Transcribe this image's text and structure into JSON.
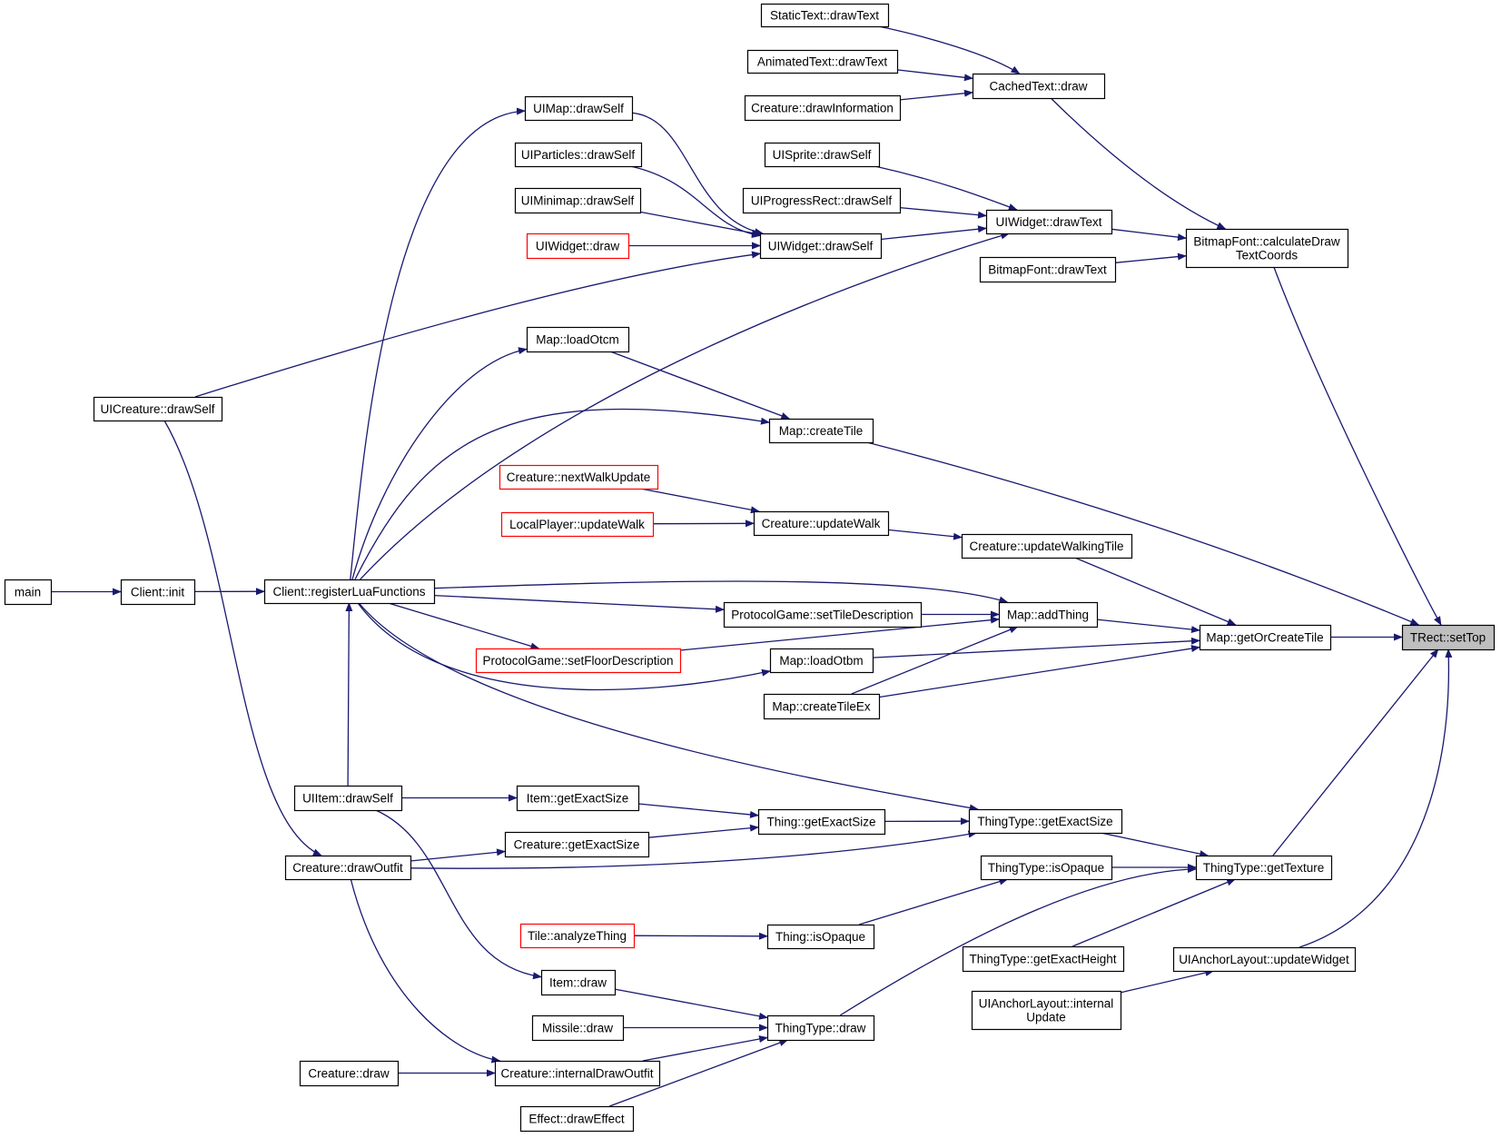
{
  "colors": {
    "edge": "#191970",
    "border": "#000000",
    "border_truncated": "#ff0000",
    "root_fill": "#bfbfbf",
    "background": "#ffffff"
  },
  "nodes": [
    {
      "id": "statictext_drawtext",
      "label": [
        "StaticText::drawText"
      ]
    },
    {
      "id": "animatedtext_drawtext",
      "label": [
        "AnimatedText::drawText"
      ]
    },
    {
      "id": "creature_drawinformation",
      "label": [
        "Creature::drawInformation"
      ]
    },
    {
      "id": "cachedtext_draw",
      "label": [
        "CachedText::draw"
      ]
    },
    {
      "id": "uimap_drawself",
      "label": [
        "UIMap::drawSelf"
      ]
    },
    {
      "id": "uiparticles_drawself",
      "label": [
        "UIParticles::drawSelf"
      ]
    },
    {
      "id": "uiminimap_drawself",
      "label": [
        "UIMinimap::drawSelf"
      ]
    },
    {
      "id": "uiwidget_draw",
      "label": [
        "UIWidget::draw"
      ]
    },
    {
      "id": "uisprite_drawself",
      "label": [
        "UISprite::drawSelf"
      ]
    },
    {
      "id": "uiprogressrect_drawself",
      "label": [
        "UIProgressRect::drawSelf"
      ]
    },
    {
      "id": "uiwidget_drawtext",
      "label": [
        "UIWidget::drawText"
      ]
    },
    {
      "id": "uiwidget_drawself",
      "label": [
        "UIWidget::drawSelf"
      ]
    },
    {
      "id": "bitmapfont_calculatedrawtextcoords",
      "label": [
        "BitmapFont::calculateDraw",
        "TextCoords"
      ]
    },
    {
      "id": "bitmapfont_drawtext",
      "label": [
        "BitmapFont::drawText"
      ]
    },
    {
      "id": "map_loadotcm",
      "label": [
        "Map::loadOtcm"
      ]
    },
    {
      "id": "uicreature_drawself",
      "label": [
        "UICreature::drawSelf"
      ]
    },
    {
      "id": "map_createtile",
      "label": [
        "Map::createTile"
      ]
    },
    {
      "id": "creature_nextwalkupdate",
      "label": [
        "Creature::nextWalkUpdate"
      ]
    },
    {
      "id": "localplayer_updatewalk",
      "label": [
        "LocalPlayer::updateWalk"
      ]
    },
    {
      "id": "creature_updatewalk",
      "label": [
        "Creature::updateWalk"
      ]
    },
    {
      "id": "creature_updatewalkingtile",
      "label": [
        "Creature::updateWalkingTile"
      ]
    },
    {
      "id": "main",
      "label": [
        "main"
      ]
    },
    {
      "id": "client_init",
      "label": [
        "Client::init"
      ]
    },
    {
      "id": "client_registerluafunctions",
      "label": [
        "Client::registerLuaFunctions"
      ]
    },
    {
      "id": "protocolgame_settiledescription",
      "label": [
        "ProtocolGame::setTileDescription"
      ]
    },
    {
      "id": "map_addthing",
      "label": [
        "Map::addThing"
      ]
    },
    {
      "id": "map_getorcreatetile",
      "label": [
        "Map::getOrCreateTile"
      ]
    },
    {
      "id": "trect_settop",
      "label": [
        "TRect::setTop"
      ]
    },
    {
      "id": "protocolgame_setfloordescription",
      "label": [
        "ProtocolGame::setFloorDescription"
      ]
    },
    {
      "id": "map_loadotbm",
      "label": [
        "Map::loadOtbm"
      ]
    },
    {
      "id": "map_createtileex",
      "label": [
        "Map::createTileEx"
      ]
    },
    {
      "id": "uiitem_drawself",
      "label": [
        "UIItem::drawSelf"
      ]
    },
    {
      "id": "item_getexactsize",
      "label": [
        "Item::getExactSize"
      ]
    },
    {
      "id": "thing_getexactsize",
      "label": [
        "Thing::getExactSize"
      ]
    },
    {
      "id": "thingtype_getexactsize",
      "label": [
        "ThingType::getExactSize"
      ]
    },
    {
      "id": "creature_getexactsize",
      "label": [
        "Creature::getExactSize"
      ]
    },
    {
      "id": "creature_drawoutfit",
      "label": [
        "Creature::drawOutfit"
      ]
    },
    {
      "id": "thingtype_isopaque",
      "label": [
        "ThingType::isOpaque"
      ]
    },
    {
      "id": "thingtype_gettexture",
      "label": [
        "ThingType::getTexture"
      ]
    },
    {
      "id": "tile_analyzething",
      "label": [
        "Tile::analyzeThing"
      ]
    },
    {
      "id": "thing_isopaque",
      "label": [
        "Thing::isOpaque"
      ]
    },
    {
      "id": "thingtype_getexactheight",
      "label": [
        "ThingType::getExactHeight"
      ]
    },
    {
      "id": "uianchorlayout_updatewidget",
      "label": [
        "UIAnchorLayout::updateWidget"
      ]
    },
    {
      "id": "item_draw",
      "label": [
        "Item::draw"
      ]
    },
    {
      "id": "uianchorlayout_internalupdate",
      "label": [
        "UIAnchorLayout::internal",
        "Update"
      ]
    },
    {
      "id": "missile_draw",
      "label": [
        "Missile::draw"
      ]
    },
    {
      "id": "thingtype_draw",
      "label": [
        "ThingType::draw"
      ]
    },
    {
      "id": "creature_draw",
      "label": [
        "Creature::draw"
      ]
    },
    {
      "id": "creature_internaldrawoutfit",
      "label": [
        "Creature::internalDrawOutfit"
      ]
    },
    {
      "id": "effect_draweffect",
      "label": [
        "Effect::drawEffect"
      ]
    }
  ]
}
